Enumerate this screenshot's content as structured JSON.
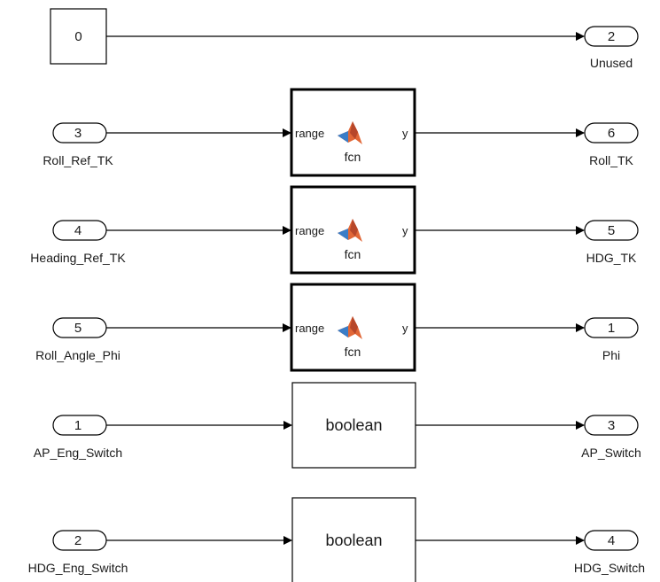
{
  "rows": [
    {
      "input": {
        "kind": "constant",
        "value": "0"
      },
      "block": null,
      "output": {
        "number": "2",
        "label": "Unused"
      }
    },
    {
      "input": {
        "kind": "inport",
        "number": "3",
        "label": "Roll_Ref_TK"
      },
      "block": {
        "kind": "matlab-function",
        "in_port": "range",
        "out_port": "y",
        "name": "fcn",
        "icon": "matlab-logo-icon"
      },
      "output": {
        "number": "6",
        "label": "Roll_TK"
      }
    },
    {
      "input": {
        "kind": "inport",
        "number": "4",
        "label": "Heading_Ref_TK"
      },
      "block": {
        "kind": "matlab-function",
        "in_port": "range",
        "out_port": "y",
        "name": "fcn",
        "icon": "matlab-logo-icon"
      },
      "output": {
        "number": "5",
        "label": "HDG_TK"
      }
    },
    {
      "input": {
        "kind": "inport",
        "number": "5",
        "label": "Roll_Angle_Phi"
      },
      "block": {
        "kind": "matlab-function",
        "in_port": "range",
        "out_port": "y",
        "name": "fcn",
        "icon": "matlab-logo-icon"
      },
      "output": {
        "number": "1",
        "label": "Phi"
      }
    },
    {
      "input": {
        "kind": "inport",
        "number": "1",
        "label": "AP_Eng_Switch"
      },
      "block": {
        "kind": "data-type-conversion",
        "text": "boolean"
      },
      "output": {
        "number": "3",
        "label": "AP_Switch"
      }
    },
    {
      "input": {
        "kind": "inport",
        "number": "2",
        "label": "HDG_Eng_Switch"
      },
      "block": {
        "kind": "data-type-conversion",
        "text": "boolean"
      },
      "output": {
        "number": "4",
        "label": "HDG_Switch"
      }
    }
  ],
  "colors": {
    "line": "#000000",
    "block_fill": "#ffffff",
    "matlab_orange": "#e16737",
    "matlab_dark": "#b7472a",
    "matlab_blue": "#3a7dc7"
  }
}
